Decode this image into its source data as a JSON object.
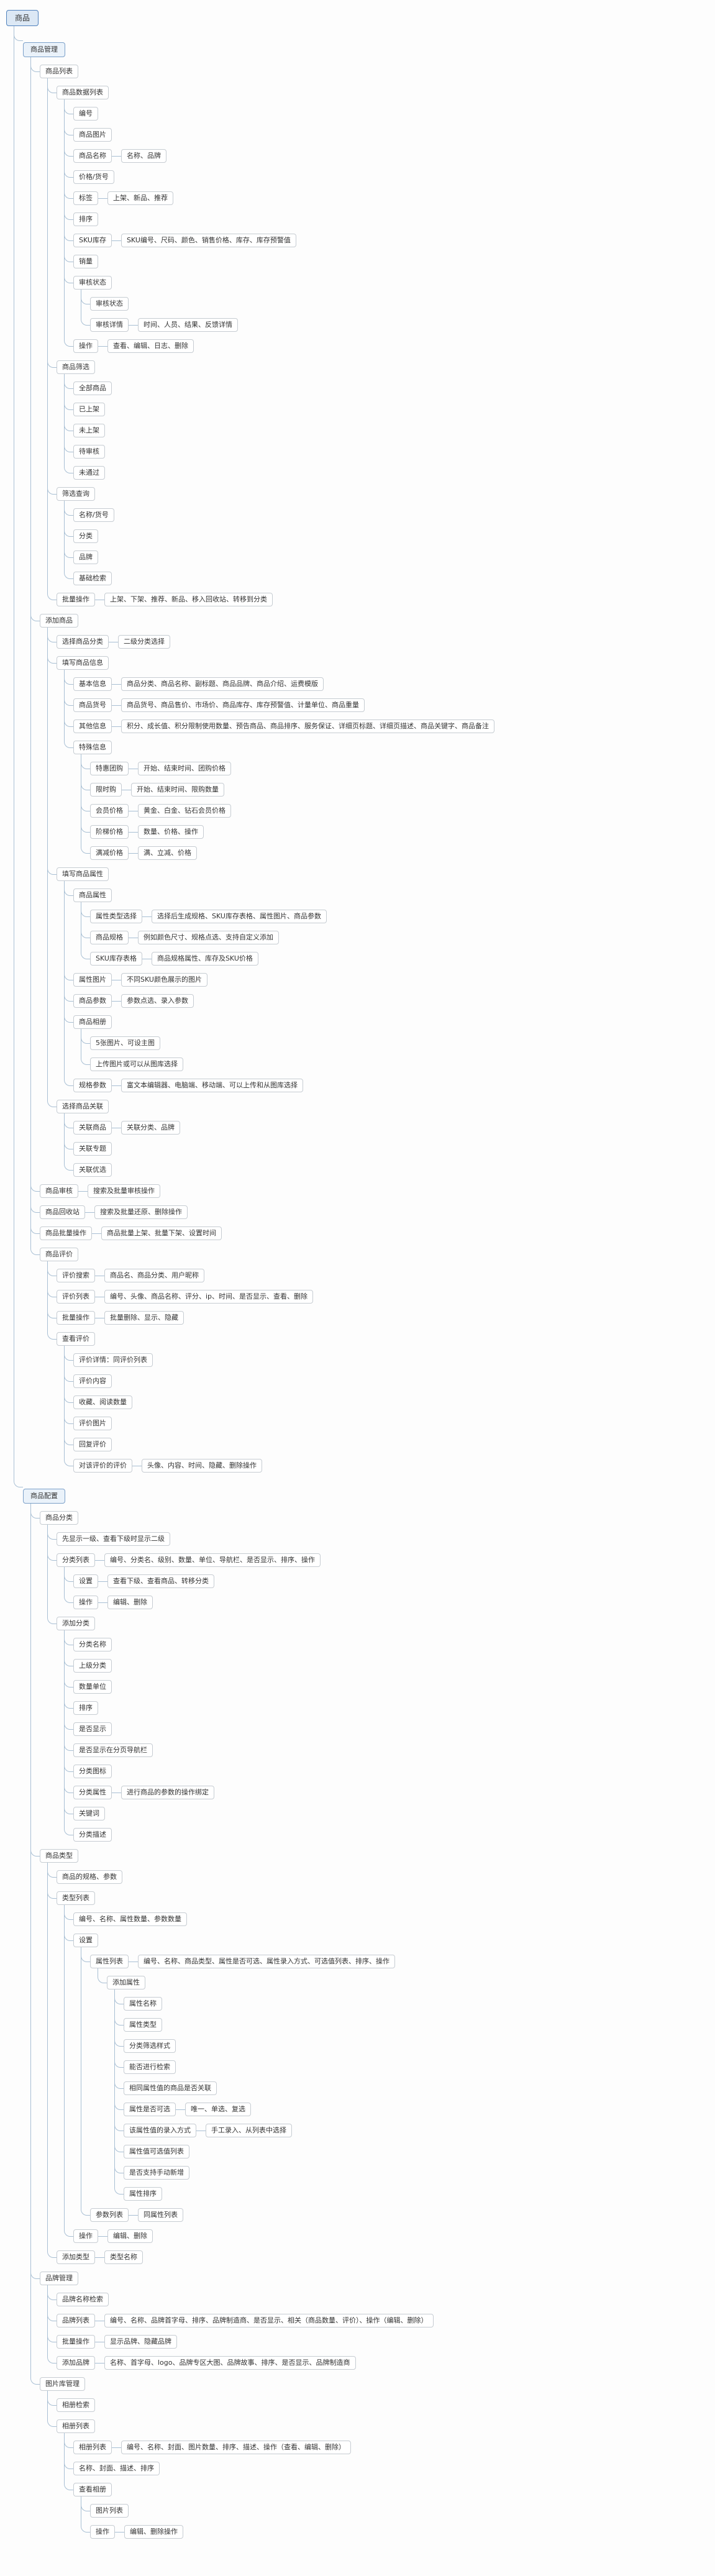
{
  "title": "商品",
  "colors": {
    "line": "#a8bfd4",
    "node_border": "#c6ccd2",
    "node_bg": "#ffffff",
    "root_border": "#4f81bd",
    "root_bg": "#dce8f5",
    "level1_border": "#7ba0c9",
    "level1_bg": "#eaf2fa",
    "text": "#333333"
  },
  "root": {
    "label": "商品",
    "children": [
      {
        "label": "商品管理",
        "children": [
          {
            "label": "商品列表",
            "children": [
              {
                "label": "商品数据列表",
                "children": [
                  {
                    "label": "编号"
                  },
                  {
                    "label": "商品图片"
                  },
                  {
                    "label": "商品名称",
                    "value": "名称、品牌"
                  },
                  {
                    "label": "价格/货号"
                  },
                  {
                    "label": "标签",
                    "value": "上架、新品、推荐"
                  },
                  {
                    "label": "排序"
                  },
                  {
                    "label": "SKU库存",
                    "value": "SKU编号、尺码、颜色、销售价格、库存、库存预警值"
                  },
                  {
                    "label": "销量"
                  },
                  {
                    "label": "审核状态",
                    "children": [
                      {
                        "label": "审核状态"
                      },
                      {
                        "label": "审核详情",
                        "value": "时间、人员、结果、反馈详情"
                      }
                    ]
                  },
                  {
                    "label": "操作",
                    "value": "查看、编辑、日志、删除"
                  }
                ]
              },
              {
                "label": "商品筛选",
                "children": [
                  {
                    "label": "全部商品"
                  },
                  {
                    "label": "已上架"
                  },
                  {
                    "label": "未上架"
                  },
                  {
                    "label": "待审核"
                  },
                  {
                    "label": "未通过"
                  }
                ]
              },
              {
                "label": "筛选查询",
                "children": [
                  {
                    "label": "名称/货号"
                  },
                  {
                    "label": "分类"
                  },
                  {
                    "label": "品牌"
                  },
                  {
                    "label": "基础检索"
                  }
                ]
              },
              {
                "label": "批量操作",
                "value": "上架、下架、推荐、新品、移入回收站、转移到分类"
              }
            ]
          },
          {
            "label": "添加商品",
            "children": [
              {
                "label": "选择商品分类",
                "value": "二级分类选择"
              },
              {
                "label": "填写商品信息",
                "children": [
                  {
                    "label": "基本信息",
                    "value": "商品分类、商品名称、副标题、商品品牌、商品介绍、运费模版"
                  },
                  {
                    "label": "商品货号",
                    "value": "商品货号、商品售价、市场价、商品库存、库存预警值、计量单位、商品重量"
                  },
                  {
                    "label": "其他信息",
                    "value": "积分、成长值、积分限制使用数量、预告商品、商品排序、服务保证、详细页标题、详细页描述、商品关键字、商品备注"
                  },
                  {
                    "label": "特殊信息",
                    "children": [
                      {
                        "label": "特惠团购",
                        "value": "开始、结束时间、团购价格"
                      },
                      {
                        "label": "限时购",
                        "value": "开始、结束时间、限购数量"
                      },
                      {
                        "label": "会员价格",
                        "value": "黄金、白金、钻石会员价格"
                      },
                      {
                        "label": "阶梯价格",
                        "value": "数量、价格、操作"
                      },
                      {
                        "label": "满减价格",
                        "value": "满、立减、价格"
                      }
                    ]
                  }
                ]
              },
              {
                "label": "填写商品属性",
                "children": [
                  {
                    "label": "商品属性",
                    "children": [
                      {
                        "label": "属性类型选择",
                        "value": "选择后生成规格、SKU库存表格、属性图片、商品参数"
                      },
                      {
                        "label": "商品规格",
                        "value": "例如颜色尺寸、规格点选、支持自定义添加"
                      },
                      {
                        "label": "SKU库存表格",
                        "value": "商品规格属性、库存及SKU价格"
                      }
                    ]
                  },
                  {
                    "label": "属性图片",
                    "value": "不同SKU颜色展示的图片"
                  },
                  {
                    "label": "商品参数",
                    "value": "参数点选、录入参数"
                  },
                  {
                    "label": "商品相册",
                    "children": [
                      {
                        "label": "5张图片、可设主图"
                      },
                      {
                        "label": "上传图片或可以从图库选择"
                      }
                    ]
                  },
                  {
                    "label": "规格参数",
                    "value": "富文本编辑器、电脑端、移动端、可以上传和从图库选择"
                  }
                ]
              },
              {
                "label": "选择商品关联",
                "children": [
                  {
                    "label": "关联商品",
                    "value": "关联分类、品牌"
                  },
                  {
                    "label": "关联专题"
                  },
                  {
                    "label": "关联优选"
                  }
                ]
              }
            ]
          },
          {
            "label": "商品审核",
            "value": "搜索及批量审核操作"
          },
          {
            "label": "商品回收站",
            "value": "搜索及批量还原、删除操作"
          },
          {
            "label": "商品批量操作",
            "value": "商品批量上架、批量下架、设置时间"
          },
          {
            "label": "商品评价",
            "children": [
              {
                "label": "评价搜索",
                "value": "商品名、商品分类、用户昵称"
              },
              {
                "label": "评价列表",
                "value": "编号、头像、商品名称、评分、ip、时间、是否显示、查看、删除"
              },
              {
                "label": "批量操作",
                "value": "批量删除、显示、隐藏"
              },
              {
                "label": "查看评价",
                "children": [
                  {
                    "label": "评价详情：同评价列表"
                  },
                  {
                    "label": "评价内容"
                  },
                  {
                    "label": "收藏、阅读数量"
                  },
                  {
                    "label": "评价图片"
                  },
                  {
                    "label": "回复评价"
                  },
                  {
                    "label": "对该评价的评价",
                    "value": "头像、内容、时间、隐藏、删除操作"
                  }
                ]
              }
            ]
          }
        ]
      },
      {
        "label": "商品配置",
        "children": [
          {
            "label": "商品分类",
            "children": [
              {
                "label": "先显示一级、查看下级时显示二级"
              },
              {
                "label": "分类列表",
                "value": "编号、分类名、级别、数量、单位、导航栏、是否显示、排序、操作",
                "children": [
                  {
                    "label": "设置",
                    "value": "查看下级、查看商品、转移分类"
                  },
                  {
                    "label": "操作",
                    "value": "编辑、删除"
                  }
                ]
              },
              {
                "label": "添加分类",
                "children": [
                  {
                    "label": "分类名称"
                  },
                  {
                    "label": "上级分类"
                  },
                  {
                    "label": "数量单位"
                  },
                  {
                    "label": "排序"
                  },
                  {
                    "label": "是否显示"
                  },
                  {
                    "label": "是否显示在分页导航栏"
                  },
                  {
                    "label": "分类图标"
                  },
                  {
                    "label": "分类属性",
                    "value": "进行商品的参数的操作绑定"
                  },
                  {
                    "label": "关键词"
                  },
                  {
                    "label": "分类描述"
                  }
                ]
              }
            ]
          },
          {
            "label": "商品类型",
            "children": [
              {
                "label": "商品的规格、参数"
              },
              {
                "label": "类型列表",
                "children": [
                  {
                    "label": "编号、名称、属性数量、参数数量"
                  },
                  {
                    "label": "设置",
                    "children": [
                      {
                        "label": "属性列表",
                        "value": "编号、名称、商品类型、属性是否可选、属性录入方式、可选值列表、排序、操作",
                        "children": [
                          {
                            "label": "添加属性",
                            "children": [
                              {
                                "label": "属性名称"
                              },
                              {
                                "label": "属性类型"
                              },
                              {
                                "label": "分类筛选样式"
                              },
                              {
                                "label": "能否进行检索"
                              },
                              {
                                "label": "相同属性值的商品是否关联"
                              },
                              {
                                "label": "属性是否可选",
                                "value": "唯一、单选、复选"
                              },
                              {
                                "label": "该属性值的录入方式",
                                "value": "手工录入、从列表中选择"
                              },
                              {
                                "label": "属性值可选值列表"
                              },
                              {
                                "label": "是否支持手动新增"
                              },
                              {
                                "label": "属性排序"
                              }
                            ]
                          }
                        ]
                      },
                      {
                        "label": "参数列表",
                        "value": "同属性列表"
                      }
                    ]
                  },
                  {
                    "label": "操作",
                    "value": "编辑、删除"
                  }
                ]
              },
              {
                "label": "添加类型",
                "value": "类型名称"
              }
            ]
          },
          {
            "label": "品牌管理",
            "children": [
              {
                "label": "品牌名称检索"
              },
              {
                "label": "品牌列表",
                "value": "编号、名称、品牌首字母、排序、品牌制造商、是否显示、相关（商品数量、评价）、操作（编辑、删除）"
              },
              {
                "label": "批量操作",
                "value": "显示品牌、隐藏品牌"
              },
              {
                "label": "添加品牌",
                "value": "名称、首字母、logo、品牌专区大图、品牌故事、排序、是否显示、品牌制造商"
              }
            ]
          },
          {
            "label": "图片库管理",
            "children": [
              {
                "label": "相册检索"
              },
              {
                "label": "相册列表",
                "children": [
                  {
                    "label": "相册列表",
                    "value": "编号、名称、封面、图片数量、排序、描述、操作（查看、编辑、删除）"
                  },
                  {
                    "label": "名称、封面、描述、排序"
                  },
                  {
                    "label": "查看相册",
                    "children": [
                      {
                        "label": "图片列表"
                      },
                      {
                        "label": "操作",
                        "value": "编辑、删除操作"
                      }
                    ]
                  }
                ]
              }
            ]
          }
        ]
      }
    ]
  }
}
